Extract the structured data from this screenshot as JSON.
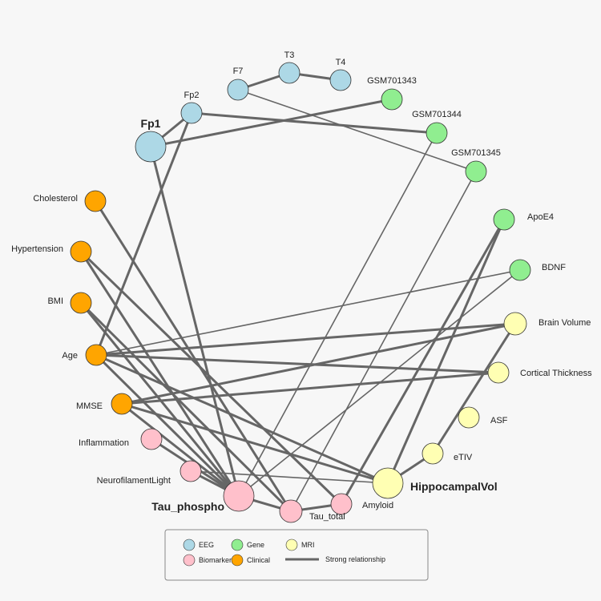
{
  "categories": {
    "EEG": {
      "label": "EEG",
      "color": "#add8e6"
    },
    "Gene": {
      "label": "Gene",
      "color": "#90ee90"
    },
    "MRI": {
      "label": "MRI",
      "color": "#ffffb3"
    },
    "Biomarker": {
      "label": "Biomarker",
      "color": "#ffc0cb"
    },
    "Clinical": {
      "label": "Clinical",
      "color": "#ffa500"
    }
  },
  "legend": {
    "entries": [
      "EEG",
      "Gene",
      "MRI",
      "Biomarker",
      "Clinical"
    ],
    "edge_label": "Strong relationship"
  },
  "nodes": [
    {
      "id": "Fp1",
      "label": "Fp1",
      "category": "EEG",
      "emphasis": true
    },
    {
      "id": "Fp2",
      "label": "Fp2",
      "category": "EEG"
    },
    {
      "id": "F7",
      "label": "F7",
      "category": "EEG"
    },
    {
      "id": "T3",
      "label": "T3",
      "category": "EEG"
    },
    {
      "id": "T4",
      "label": "T4",
      "category": "EEG"
    },
    {
      "id": "GSM701343",
      "label": "GSM701343",
      "category": "Gene"
    },
    {
      "id": "GSM701344",
      "label": "GSM701344",
      "category": "Gene"
    },
    {
      "id": "GSM701345",
      "label": "GSM701345",
      "category": "Gene"
    },
    {
      "id": "ApoE4",
      "label": "ApoE4",
      "category": "Gene"
    },
    {
      "id": "BDNF",
      "label": "BDNF",
      "category": "Gene"
    },
    {
      "id": "BrainVolume",
      "label": "Brain Volume",
      "category": "MRI"
    },
    {
      "id": "CorticalThickness",
      "label": "Cortical Thickness",
      "category": "MRI"
    },
    {
      "id": "ASF",
      "label": "ASF",
      "category": "MRI"
    },
    {
      "id": "eTIV",
      "label": "eTIV",
      "category": "MRI"
    },
    {
      "id": "HippocampalVol",
      "label": "HippocampalVol",
      "category": "MRI",
      "emphasis": true
    },
    {
      "id": "Amyloid",
      "label": "Amyloid",
      "category": "Biomarker"
    },
    {
      "id": "Tau_total",
      "label": "Tau_total",
      "category": "Biomarker"
    },
    {
      "id": "Tau_phospho",
      "label": "Tau_phospho",
      "category": "Biomarker",
      "emphasis": true
    },
    {
      "id": "NeurofilamentLight",
      "label": "NeurofilamentLight",
      "category": "Biomarker"
    },
    {
      "id": "Inflammation",
      "label": "Inflammation",
      "category": "Biomarker"
    },
    {
      "id": "MMSE",
      "label": "MMSE",
      "category": "Clinical"
    },
    {
      "id": "Age",
      "label": "Age",
      "category": "Clinical"
    },
    {
      "id": "BMI",
      "label": "BMI",
      "category": "Clinical"
    },
    {
      "id": "Hypertension",
      "label": "Hypertension",
      "category": "Clinical"
    },
    {
      "id": "Cholesterol",
      "label": "Cholesterol",
      "category": "Clinical"
    }
  ],
  "edges": [
    {
      "from": "F7",
      "to": "T3",
      "strong": true
    },
    {
      "from": "T3",
      "to": "T4",
      "strong": true
    },
    {
      "from": "F7",
      "to": "GSM701345",
      "strong": false
    },
    {
      "from": "Fp2",
      "to": "GSM701344",
      "strong": true
    },
    {
      "from": "Fp2",
      "to": "Age",
      "strong": true
    },
    {
      "from": "Fp1",
      "to": "GSM701343",
      "strong": true
    },
    {
      "from": "Fp1",
      "to": "Fp2",
      "strong": true
    },
    {
      "from": "Fp1",
      "to": "Tau_phospho",
      "strong": true
    },
    {
      "from": "GSM701344",
      "to": "Tau_phospho",
      "strong": false
    },
    {
      "from": "GSM701345",
      "to": "Tau_total",
      "strong": false
    },
    {
      "from": "ApoE4",
      "to": "Amyloid",
      "strong": true
    },
    {
      "from": "ApoE4",
      "to": "HippocampalVol",
      "strong": true
    },
    {
      "from": "BDNF",
      "to": "Age",
      "strong": false
    },
    {
      "from": "BDNF",
      "to": "Tau_phospho",
      "strong": false
    },
    {
      "from": "BrainVolume",
      "to": "Age",
      "strong": true
    },
    {
      "from": "BrainVolume",
      "to": "MMSE",
      "strong": true
    },
    {
      "from": "BrainVolume",
      "to": "eTIV",
      "strong": true
    },
    {
      "from": "CorticalThickness",
      "to": "Age",
      "strong": true
    },
    {
      "from": "CorticalThickness",
      "to": "MMSE",
      "strong": true
    },
    {
      "from": "eTIV",
      "to": "HippocampalVol",
      "strong": true
    },
    {
      "from": "HippocampalVol",
      "to": "MMSE",
      "strong": true
    },
    {
      "from": "HippocampalVol",
      "to": "Age",
      "strong": true
    },
    {
      "from": "HippocampalVol",
      "to": "NeurofilamentLight",
      "strong": false
    },
    {
      "from": "Cholesterol",
      "to": "Tau_total",
      "strong": true
    },
    {
      "from": "Hypertension",
      "to": "Tau_phospho",
      "strong": true
    },
    {
      "from": "Hypertension",
      "to": "Amyloid",
      "strong": true
    },
    {
      "from": "BMI",
      "to": "Tau_phospho",
      "strong": true
    },
    {
      "from": "BMI",
      "to": "Tau_total",
      "strong": true
    },
    {
      "from": "Age",
      "to": "Tau_phospho",
      "strong": true
    },
    {
      "from": "MMSE",
      "to": "Tau_phospho",
      "strong": true
    },
    {
      "from": "Tau_phospho",
      "to": "Tau_total",
      "strong": true
    },
    {
      "from": "Tau_total",
      "to": "Amyloid",
      "strong": true
    },
    {
      "from": "Inflammation",
      "to": "Tau_phospho",
      "strong": true
    },
    {
      "from": "NeurofilamentLight",
      "to": "Tau_phospho",
      "strong": true
    }
  ]
}
